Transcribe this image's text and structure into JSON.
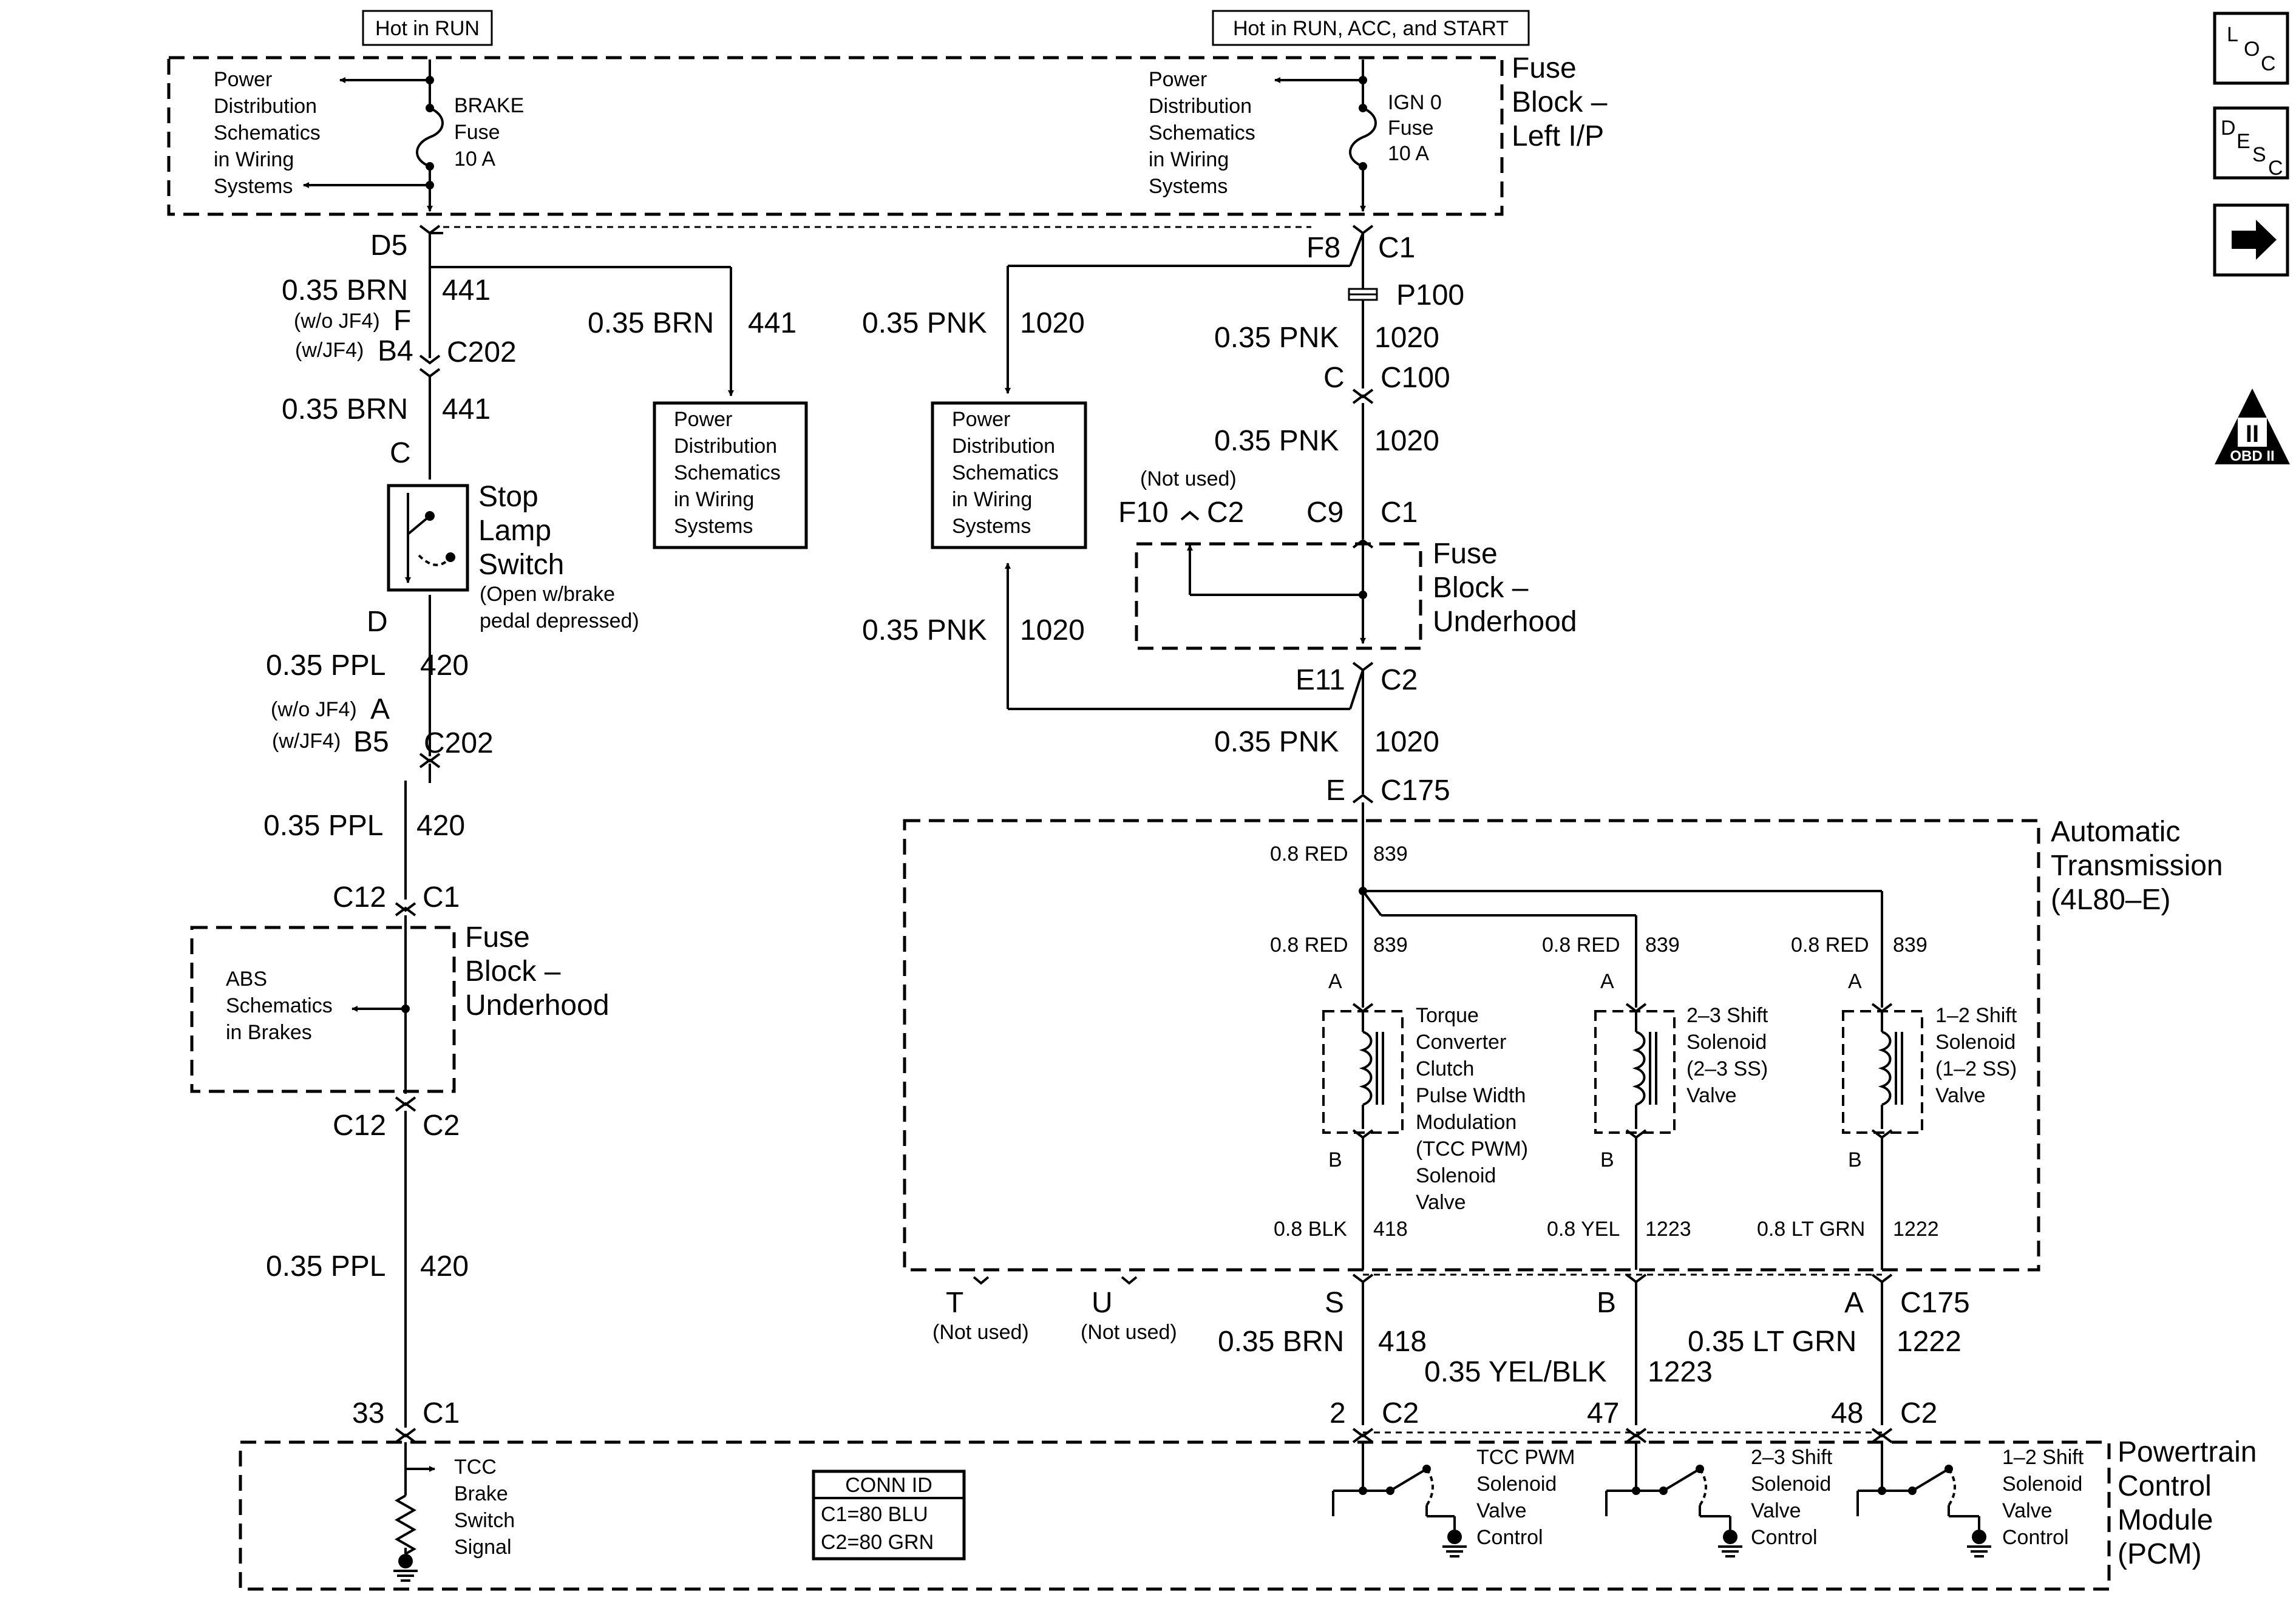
{
  "hot_labels": {
    "left": "Hot in RUN",
    "right": "Hot in RUN, ACC, and START"
  },
  "side_icons": {
    "loc_icon": "LOC",
    "desc_icon": "DESC",
    "next_icon": "arrow-right",
    "obd_icon": "OBD II",
    "loc": [
      "L",
      "O",
      "C"
    ],
    "desc": [
      "D",
      "E",
      "S",
      "C"
    ],
    "obd": [
      "II",
      "OBD II"
    ]
  },
  "fuse_block_ip": {
    "title": [
      "Fuse",
      "Block –",
      "Left I/P"
    ],
    "pds_left": [
      "Power",
      "Distribution",
      "Schematics",
      "in Wiring",
      "Systems"
    ],
    "brake_fuse": [
      "BRAKE",
      "Fuse",
      "10 A"
    ],
    "pds_right": [
      "Power",
      "Distribution",
      "Schematics",
      "in Wiring",
      "Systems"
    ],
    "ign_fuse": [
      "IGN 0",
      "Fuse",
      "10 A"
    ]
  },
  "left_chain": {
    "d5": "D5",
    "brn_a": [
      "0.35 BRN",
      "441"
    ],
    "wo_jf4_f": [
      "(w/o JF4)",
      "F"
    ],
    "w_jf4_b4": [
      "(w/JF4)",
      "B4"
    ],
    "c202_a": "C202",
    "brn_b": [
      "0.35 BRN",
      "441"
    ],
    "pin_c": "C",
    "stop_lamp": [
      "Stop",
      "Lamp",
      "Switch"
    ],
    "stop_lamp_note": [
      "(Open w/brake",
      "pedal depressed)"
    ],
    "pin_d": "D",
    "ppl_a": [
      "0.35 PPL",
      "420"
    ],
    "wo_jf4_a": [
      "(w/o JF4)",
      "A"
    ],
    "w_jf4_b5": [
      "(w/JF4)",
      "B5"
    ],
    "c202_b": "C202",
    "ppl_b": [
      "0.35 PPL",
      "420"
    ],
    "c12_c1": [
      "C12",
      "C1"
    ],
    "fuse_block_uh": [
      "Fuse",
      "Block –",
      "Underhood"
    ],
    "abs": [
      "ABS",
      "Schematics",
      "in Brakes"
    ],
    "c12_c2": [
      "C12",
      "C2"
    ],
    "ppl_c": [
      "0.35 PPL",
      "420"
    ],
    "pin_33_c1": [
      "33",
      "C1"
    ]
  },
  "middle_branch": {
    "brn": [
      "0.35 BRN",
      "441"
    ],
    "pds": [
      "Power",
      "Distribution",
      "Schematics",
      "in Wiring",
      "Systems"
    ]
  },
  "pink_branch": {
    "pnk_top": [
      "0.35 PNK",
      "1020"
    ],
    "pds": [
      "Power",
      "Distribution",
      "Schematics",
      "in Wiring",
      "Systems"
    ],
    "pnk_bottom": [
      "0.35 PNK",
      "1020"
    ]
  },
  "right_chain": {
    "f8_c1": [
      "F8",
      "C1"
    ],
    "p100": "P100",
    "pnk_a": [
      "0.35 PNK",
      "1020"
    ],
    "c_c100": [
      "C",
      "C100"
    ],
    "pnk_b": [
      "0.35 PNK",
      "1020"
    ],
    "not_used": "(Not used)",
    "f10_c2": [
      "F10",
      "C2"
    ],
    "c9_c1": [
      "C9",
      "C1"
    ],
    "fuse_block_uh": [
      "Fuse",
      "Block –",
      "Underhood"
    ],
    "e11_c2": [
      "E11",
      "C2"
    ],
    "pnk_c": [
      "0.35 PNK",
      "1020"
    ],
    "e_c175": [
      "E",
      "C175"
    ]
  },
  "transmission": {
    "title": [
      "Automatic",
      "Transmission",
      "(4L80–E)"
    ],
    "red_top": [
      "0.8 RED",
      "839"
    ],
    "red_tcc": [
      "0.8 RED",
      "839"
    ],
    "red_23": [
      "0.8 RED",
      "839"
    ],
    "red_12": [
      "0.8 RED",
      "839"
    ],
    "pin_a": "A",
    "pin_b": "B",
    "tcc_valve": [
      "Torque",
      "Converter",
      "Clutch",
      "Pulse Width",
      "Modulation",
      "(TCC PWM)",
      "Solenoid",
      "Valve"
    ],
    "ss23_valve": [
      "2–3 Shift",
      "Solenoid",
      "(2–3 SS)",
      "Valve"
    ],
    "ss12_valve": [
      "1–2 Shift",
      "Solenoid",
      "(1–2 SS)",
      "Valve"
    ],
    "blk": [
      "0.8 BLK",
      "418"
    ],
    "yel": [
      "0.8 YEL",
      "1223"
    ],
    "ltgrn": [
      "0.8 LT GRN",
      "1222"
    ]
  },
  "c175_bottom": {
    "pin_t": "T",
    "pin_u": "U",
    "not_used": "(Not used)",
    "pin_s": "S",
    "pin_b": "B",
    "pin_a": "A",
    "c175": "C175",
    "brn": [
      "0.35 BRN",
      "418"
    ],
    "yel_blk": [
      "0.35 YEL/BLK",
      "1223"
    ],
    "lt_grn": [
      "0.35 LT GRN",
      "1222"
    ],
    "pin_2_c2": [
      "2",
      "C2"
    ],
    "pin_47": "47",
    "pin_48_c2": [
      "48",
      "C2"
    ]
  },
  "pcm": {
    "title": [
      "Powertrain",
      "Control",
      "Module",
      "(PCM)"
    ],
    "tcc_brake": [
      "TCC",
      "Brake",
      "Switch",
      "Signal"
    ],
    "conn_id": {
      "title": "CONN ID",
      "rows": [
        "C1=80 BLU",
        "C2=80 GRN"
      ]
    },
    "tcc_pwm": [
      "TCC PWM",
      "Solenoid",
      "Valve",
      "Control"
    ],
    "ss23": [
      "2–3 Shift",
      "Solenoid",
      "Valve",
      "Control"
    ],
    "ss12": [
      "1–2 Shift",
      "Solenoid",
      "Valve",
      "Control"
    ]
  }
}
